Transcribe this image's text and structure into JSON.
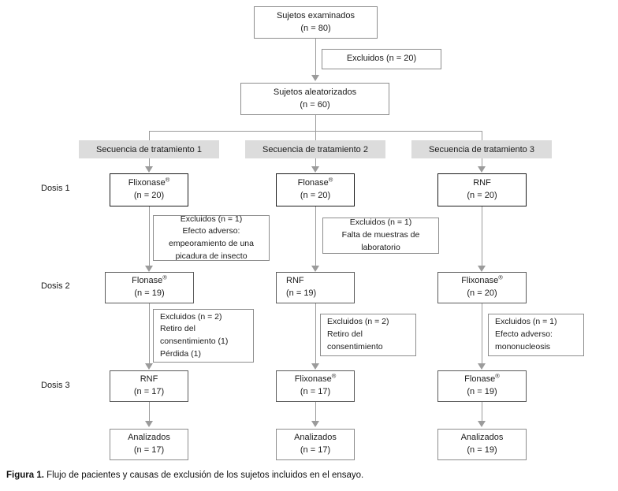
{
  "figure": {
    "caption_label": "Figura 1.",
    "caption_text": " Flujo de pacientes y causas de exclusión de los sujetos incluidos en el ensayo."
  },
  "colors": {
    "header_fill": "#dcdcdc",
    "connector": "#9b9b9b",
    "box_border_dark": "#1a1a1a",
    "box_border_light": "#8d8d8d",
    "text": "#1a1a1a"
  },
  "top": {
    "screened": {
      "line1": "Sujetos examinados",
      "line2": "(n = 80)"
    },
    "excluded": {
      "line1": "Excluidos (n = 20)"
    },
    "randomized": {
      "line1": "Sujetos aleatorizados",
      "line2": "(n = 60)"
    }
  },
  "row_labels": {
    "dose1": "Dosis 1",
    "dose2": "Dosis 2",
    "dose3": "Dosis 3"
  },
  "sequences": [
    {
      "header": "Secuencia de tratamiento 1"
    },
    {
      "header": "Secuencia de tratamiento 2"
    },
    {
      "header": "Secuencia de tratamiento 3"
    }
  ],
  "dose1": [
    {
      "drug": "Flixonase",
      "reg": "®",
      "n": "(n = 20)"
    },
    {
      "drug": "Flonase",
      "reg": "®",
      "n": "(n = 20)"
    },
    {
      "drug": "RNF",
      "reg": "",
      "n": "(n = 20)"
    }
  ],
  "dose2": [
    {
      "drug": "Flonase",
      "reg": "®",
      "n": "(n = 19)"
    },
    {
      "drug": "RNF",
      "reg": "",
      "n": "(n = 19)"
    },
    {
      "drug": "Flixonase",
      "reg": "®",
      "n": "(n = 20)"
    }
  ],
  "dose3": [
    {
      "drug": "RNF",
      "reg": "",
      "n": "(n = 17)"
    },
    {
      "drug": "Flixonase",
      "reg": "®",
      "n": "(n = 17)"
    },
    {
      "drug": "Flonase",
      "reg": "®",
      "n": "(n = 19)"
    }
  ],
  "analyzed": [
    {
      "label": "Analizados",
      "n": "(n = 17)"
    },
    {
      "label": "Analizados",
      "n": "(n = 17)"
    },
    {
      "label": "Analizados",
      "n": "(n = 19)"
    }
  ],
  "exclusions_after_dose1": [
    {
      "l1": "Excluidos (n = 1)",
      "l2": "Efecto adverso:",
      "l3": "empeoramiento de una",
      "l4": "picadura de insecto"
    },
    {
      "l1": "Excluidos (n = 1)",
      "l2": "Falta de muestras de",
      "l3": "laboratorio",
      "l4": ""
    },
    {
      "l1": "",
      "l2": "",
      "l3": "",
      "l4": ""
    }
  ],
  "exclusions_after_dose2": [
    {
      "l1": "Excluidos (n = 2)",
      "l2": "Retiro del",
      "l3": "consentimiento (1)",
      "l4": "Pérdida (1)"
    },
    {
      "l1": "Excluidos (n = 2)",
      "l2": "Retiro del",
      "l3": "consentimiento",
      "l4": ""
    },
    {
      "l1": "Excluidos (n = 1)",
      "l2": "Efecto adverso:",
      "l3": "mononucleosis",
      "l4": ""
    }
  ]
}
